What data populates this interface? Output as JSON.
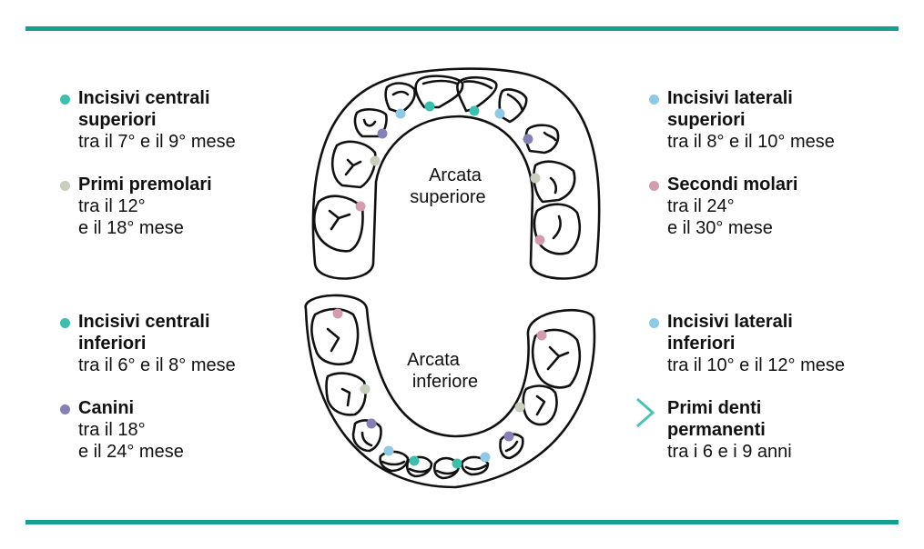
{
  "colors": {
    "rule": "#159e92",
    "incisivi_centrali": "#3dbfad",
    "incisivi_laterali": "#8ecae6",
    "premolari": "#c9cfbd",
    "secondi_molari": "#d39cb0",
    "canini": "#8580b5",
    "permanenti": "#4cc3b3"
  },
  "legend": {
    "left_top": [
      {
        "title_l1": "Incisivi centrali",
        "title_l2": "superiori",
        "desc_l1": "tra il 7° e il 9° mese",
        "desc_l2": "",
        "marker": "dot",
        "color_key": "incisivi_centrali"
      },
      {
        "title_l1": "Primi premolari",
        "title_l2": "",
        "desc_l1": "tra il 12°",
        "desc_l2": "e il 18° mese",
        "marker": "dot",
        "color_key": "premolari"
      }
    ],
    "right_top": [
      {
        "title_l1": "Incisivi laterali",
        "title_l2": "superiori",
        "desc_l1": "tra il 8° e il 10° mese",
        "desc_l2": "",
        "marker": "dot",
        "color_key": "incisivi_laterali"
      },
      {
        "title_l1": "Secondi molari",
        "title_l2": "",
        "desc_l1": "tra il 24°",
        "desc_l2": "e il 30° mese",
        "marker": "dot",
        "color_key": "secondi_molari"
      }
    ],
    "left_bottom": [
      {
        "title_l1": "Incisivi centrali",
        "title_l2": "inferiori",
        "desc_l1": "tra il 6° e il 8° mese",
        "desc_l2": "",
        "marker": "dot",
        "color_key": "incisivi_centrali"
      },
      {
        "title_l1": "Canini",
        "title_l2": "",
        "desc_l1": "tra il 18°",
        "desc_l2": "e il 24° mese",
        "marker": "dot",
        "color_key": "canini"
      }
    ],
    "right_bottom": [
      {
        "title_l1": "Incisivi laterali",
        "title_l2": "inferiori",
        "desc_l1": "tra il 10° e il 12° mese",
        "desc_l2": "",
        "marker": "dot",
        "color_key": "incisivi_laterali"
      },
      {
        "title_l1": "Primi denti",
        "title_l2": "permanenti",
        "desc_l1": "tra i 6 e i 9 anni",
        "desc_l2": "",
        "marker": "chevron",
        "color_key": "permanenti"
      }
    ]
  },
  "diagram": {
    "upper_label_l1": "Arcata",
    "upper_label_l2": "superiore",
    "lower_label_l1": "Arcata",
    "lower_label_l2": "inferiore",
    "icons": {
      "chevron": "chevron-right-icon",
      "dot": "dot-icon"
    }
  }
}
